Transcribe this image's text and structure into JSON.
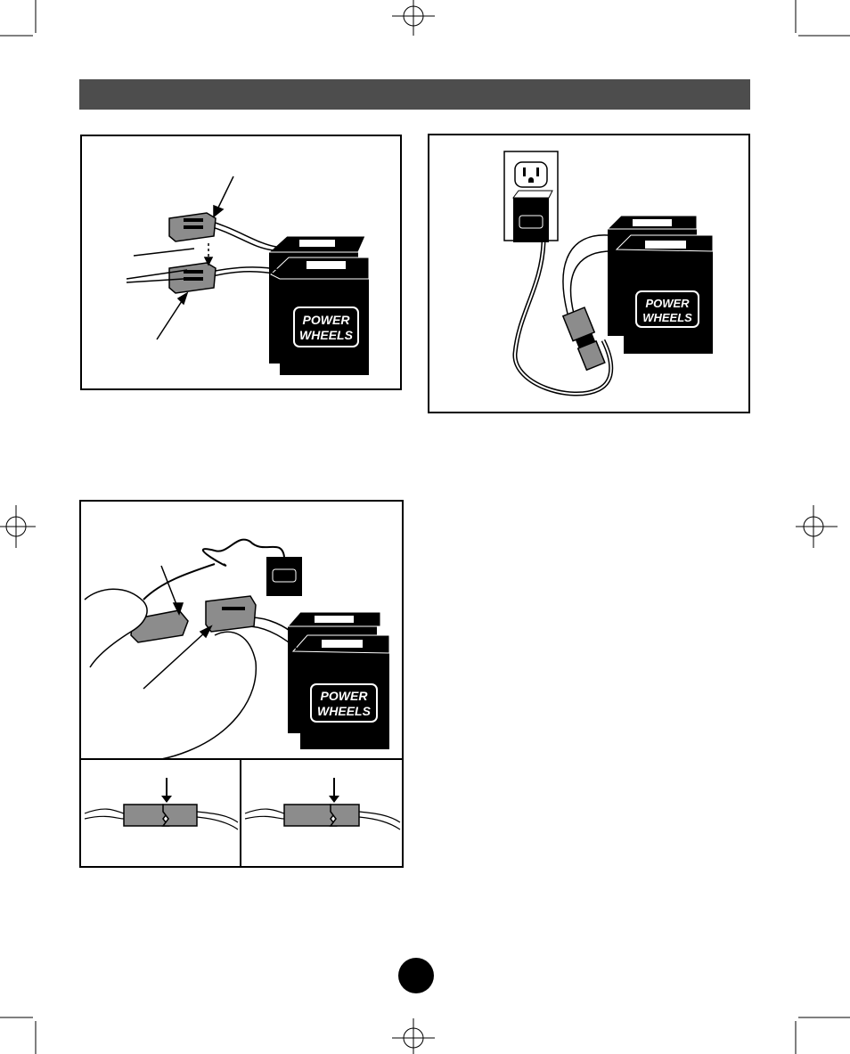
{
  "brand": {
    "logo_line1": "POWER",
    "logo_line2": "WHEELS",
    "registered_mark": "®"
  },
  "colors": {
    "header_bar": "#4d4d4d",
    "battery": "#000000",
    "connector": "#8c8c8c",
    "page_dot": "#000000"
  },
  "figures": {
    "battery_connectors": {
      "icon": "battery-connector-diagram"
    },
    "wall_charger": {
      "icon": "charger-plugged-into-outlet"
    },
    "hand_connect": {
      "icon": "hands-connecting-plugs"
    },
    "connector_detail_left": {
      "icon": "connector-closeup"
    },
    "connector_detail_right": {
      "icon": "connector-closeup"
    }
  }
}
